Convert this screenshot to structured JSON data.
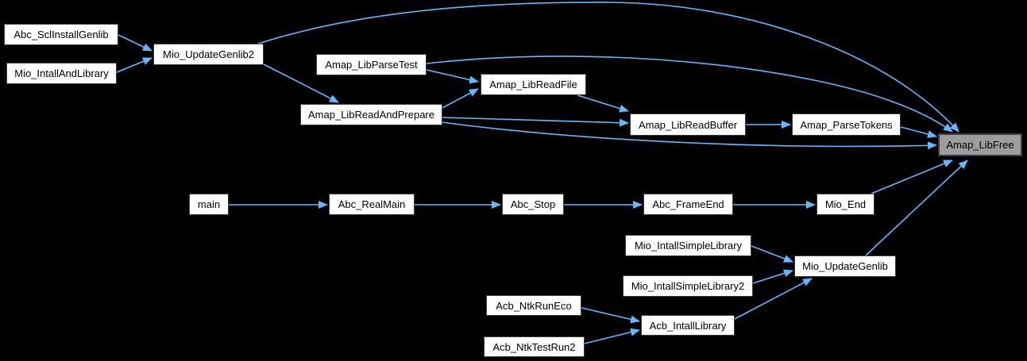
{
  "diagram": {
    "type": "caller-graph",
    "highlighted_node": "amap_libfree",
    "colors": {
      "background": "#000000",
      "edge": "#63b8ff",
      "node_fill": "#ffffff",
      "node_border": "#3c3c3c",
      "highlight_fill": "#9c9c9c",
      "text": "#000000"
    },
    "nodes": {
      "abc_sclinstallgenlib": {
        "label": "Abc_SclInstallGenlib"
      },
      "mio_intallandlibrary": {
        "label": "Mio_IntallAndLibrary"
      },
      "mio_updategenlib2": {
        "label": "Mio_UpdateGenlib2"
      },
      "amap_libparsetest": {
        "label": "Amap_LibParseTest"
      },
      "amap_libreadandprepare": {
        "label": "Amap_LibReadAndPrepare"
      },
      "amap_libreadfile": {
        "label": "Amap_LibReadFile"
      },
      "amap_libreadbuffer": {
        "label": "Amap_LibReadBuffer"
      },
      "amap_parsetokens": {
        "label": "Amap_ParseTokens"
      },
      "amap_libfree": {
        "label": "Amap_LibFree"
      },
      "main": {
        "label": "main"
      },
      "abc_realmain": {
        "label": "Abc_RealMain"
      },
      "abc_stop": {
        "label": "Abc_Stop"
      },
      "abc_frameend": {
        "label": "Abc_FrameEnd"
      },
      "mio_end": {
        "label": "Mio_End"
      },
      "mio_intallsimplelibrary": {
        "label": "Mio_IntallSimpleLibrary"
      },
      "mio_intallsimplelibrary2": {
        "label": "Mio_IntallSimpleLibrary2"
      },
      "mio_updategenlib": {
        "label": "Mio_UpdateGenlib"
      },
      "acb_ntkruneco": {
        "label": "Acb_NtkRunEco"
      },
      "acb_intalllibrary": {
        "label": "Acb_IntallLibrary"
      },
      "acb_ntktestrun2": {
        "label": "Acb_NtkTestRun2"
      }
    },
    "edges": [
      {
        "from": "abc_sclinstallgenlib",
        "to": "mio_updategenlib2"
      },
      {
        "from": "mio_intallandlibrary",
        "to": "mio_updategenlib2"
      },
      {
        "from": "mio_updategenlib2",
        "to": "amap_libfree"
      },
      {
        "from": "mio_updategenlib2",
        "to": "amap_libreadandprepare"
      },
      {
        "from": "amap_libparsetest",
        "to": "amap_libfree"
      },
      {
        "from": "amap_libparsetest",
        "to": "amap_libreadfile"
      },
      {
        "from": "amap_libreadandprepare",
        "to": "amap_libreadfile"
      },
      {
        "from": "amap_libreadandprepare",
        "to": "amap_libreadbuffer"
      },
      {
        "from": "amap_libreadandprepare",
        "to": "amap_libfree"
      },
      {
        "from": "amap_libreadfile",
        "to": "amap_libreadbuffer"
      },
      {
        "from": "amap_libreadbuffer",
        "to": "amap_parsetokens"
      },
      {
        "from": "amap_parsetokens",
        "to": "amap_libfree"
      },
      {
        "from": "main",
        "to": "abc_realmain"
      },
      {
        "from": "abc_realmain",
        "to": "abc_stop"
      },
      {
        "from": "abc_stop",
        "to": "abc_frameend"
      },
      {
        "from": "abc_frameend",
        "to": "mio_end"
      },
      {
        "from": "mio_end",
        "to": "amap_libfree"
      },
      {
        "from": "mio_intallsimplelibrary",
        "to": "mio_updategenlib"
      },
      {
        "from": "mio_intallsimplelibrary2",
        "to": "mio_updategenlib"
      },
      {
        "from": "mio_updategenlib",
        "to": "amap_libfree"
      },
      {
        "from": "acb_ntkruneco",
        "to": "acb_intalllibrary"
      },
      {
        "from": "acb_ntktestrun2",
        "to": "acb_intalllibrary"
      },
      {
        "from": "acb_intalllibrary",
        "to": "mio_updategenlib"
      }
    ]
  }
}
